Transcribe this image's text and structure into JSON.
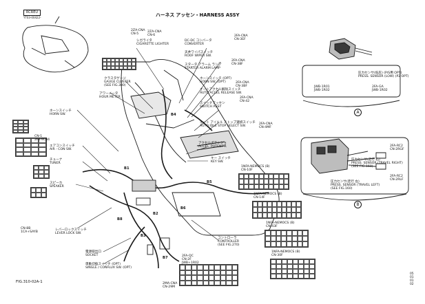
{
  "header": {
    "tag": "RCREU",
    "tag_sub": "YT03-00422-",
    "title": "ハーネス アッセン・HARNESS ASSY",
    "fig_code": "FIG.310-02A-1",
    "page_nums": [
      "05",
      "01",
      "01",
      "02"
    ]
  },
  "callouts": [
    {
      "id": "cig",
      "jp": "シガライタ",
      "en": "CIGARETTE LIGHTER"
    },
    {
      "id": "dcdc",
      "jp": "DC-DC コンバータ",
      "en": "CONVERTER"
    },
    {
      "id": "roofwiper",
      "jp": "天井ワイパスイッチ",
      "en": "ROOF WIPER SW."
    },
    {
      "id": "starter",
      "jp": "スタータ アラーム ランプ",
      "en": "STARTER ALARM LAMP"
    },
    {
      "id": "horn_opt",
      "jp": "ホーンスイッチ (OPT)",
      "en": "HORN SW. (OPT)"
    },
    {
      "id": "autoaccel",
      "jp": "オートアクセル解除スイッチ",
      "en": "AUTO ACCEL RELEASE SW."
    },
    {
      "id": "switchassy",
      "jp": "スイッチアッセン",
      "en": "SWITCH ASSY"
    },
    {
      "id": "autoidle",
      "jp": "オート アイドル ストップ選択スイッチ",
      "en": "AUTO IDLE STOP SELECT SW."
    },
    {
      "id": "gauge",
      "jp": "クラスタゲージ",
      "en": "GAUGE CLUSTER\n(SEE FIG.380)"
    },
    {
      "id": "hourmeter",
      "jp": "アワーメータ",
      "en": "HOUR METER"
    },
    {
      "id": "horn",
      "jp": "ホーンスイッチ",
      "en": "HORN SW."
    },
    {
      "id": "aircon",
      "jp": "エアコンスイッチ",
      "en": "AIR - CON SW."
    },
    {
      "id": "tuner",
      "jp": "チューナ",
      "en": "TUNER"
    },
    {
      "id": "speaker",
      "jp": "スピーカ",
      "en": "SPEAKER"
    },
    {
      "id": "lever",
      "jp": "レバーロックスイッチ",
      "en": "LEVER LOCK SW."
    },
    {
      "id": "socket",
      "jp": "電源取出口",
      "en": "SOCKET"
    },
    {
      "id": "single",
      "jp": "単動切換スイッチ (OPT)",
      "en": "SINGLE / CONFLUX SW. (OPT)"
    },
    {
      "id": "accel",
      "jp": "アクセルポテンショ",
      "en": "ACCEL. POTENT'R"
    },
    {
      "id": "key",
      "jp": "キー スイッチ",
      "en": "KEY SW."
    },
    {
      "id": "controller",
      "jp": "コントローラ",
      "en": "CONTROLLER\n(SEE FIG.270)"
    },
    {
      "id": "pslow",
      "jp": "圧力センサ(低圧) (P/S用 OPT)",
      "en": "PRESS. SENSOR (LOW) (P2 OPT)"
    },
    {
      "id": "psright",
      "jp": "圧力センサ(走行 右)",
      "en": "PRESS. SENSOR (TRAVEL RIGHT)\n(SEE FIG.160)"
    },
    {
      "id": "psleft",
      "jp": "圧力センサ(走行 左)",
      "en": "PRESS. SENSOR (TRAVEL LEFT)\n(SEE FIG.160)"
    }
  ],
  "connectors": [
    {
      "id": "cn5",
      "label": "2ZA-CNA\nCN-5"
    },
    {
      "id": "cn6",
      "label": "2ZA-CNA\nCN-6"
    },
    {
      "id": "cn3ef",
      "label": "2FA-CNA\nCN-3EF"
    },
    {
      "id": "cn38f",
      "label": "2FA-CNA\nCN-38F"
    },
    {
      "id": "cn3bf",
      "label": "2FA-CNA\nCN-3BF"
    },
    {
      "id": "cn42",
      "label": "2FA-CNA\nCN-42"
    },
    {
      "id": "cn4mf",
      "label": "2FA-CNA\nCN-4MF"
    },
    {
      "id": "cn29m",
      "label": "2MA-CNA\nCN-29M"
    },
    {
      "id": "cn10f",
      "label": "1NFA-NEMOCS (B)\nCN-10F"
    },
    {
      "id": "cn14f",
      "label": "1NFA-NEMOCS (B)\nCN-14F"
    },
    {
      "id": "cn43f",
      "label": "1NFA-NEMOCS (B)\nCN-43F"
    },
    {
      "id": "cn30f",
      "label": "1NFA-NEMOCS (B)\nCN-30F"
    },
    {
      "id": "cn2f",
      "label": "2FA-QC\nCN-2F\nJWB+1R02"
    },
    {
      "id": "cn8b",
      "label": "CN-8B\n1CA+SAYB"
    },
    {
      "id": "cn1",
      "label": "CN-1\n2FA-9CB4"
    }
  ],
  "wire_codes": [
    "B1",
    "B2",
    "B3",
    "B4",
    "B5",
    "B6",
    "B7",
    "B8"
  ],
  "detail_markers": [
    "A",
    "B"
  ],
  "detail_connectors": [
    {
      "id": "psa1",
      "label": "JWB-1R01\nJWB-1R02"
    },
    {
      "id": "psa2",
      "label": "2FA-GA\nJWB-1R02"
    },
    {
      "id": "psb1",
      "label": "2FA-RC2\nCN-2RGF"
    },
    {
      "id": "psb2",
      "label": "2FA-RC2\nCN-2RLF"
    }
  ],
  "colors": {
    "line": "#1a1a1a",
    "paper": "#ffffff",
    "shade": "#bdbdbd",
    "dark": "#3a3a3a"
  }
}
